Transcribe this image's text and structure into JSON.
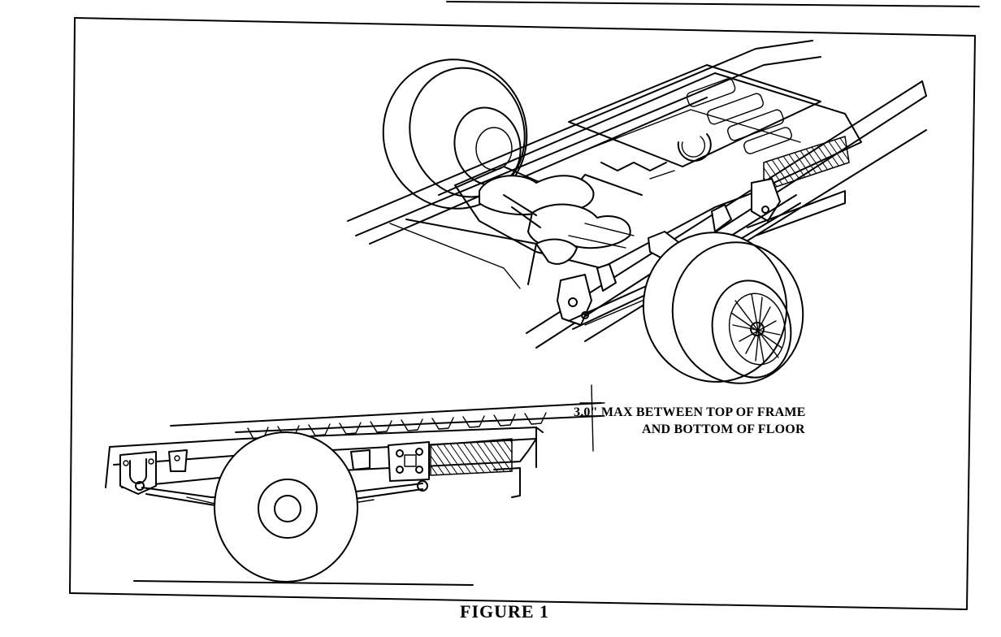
{
  "annotation": {
    "line1": "3.0\" MAX BETWEEN TOP OF FRAME",
    "line2": "AND BOTTOM OF FLOOR"
  },
  "caption": "FIGURE 1",
  "colors": {
    "ink": "#000000",
    "paper": "#ffffff"
  }
}
